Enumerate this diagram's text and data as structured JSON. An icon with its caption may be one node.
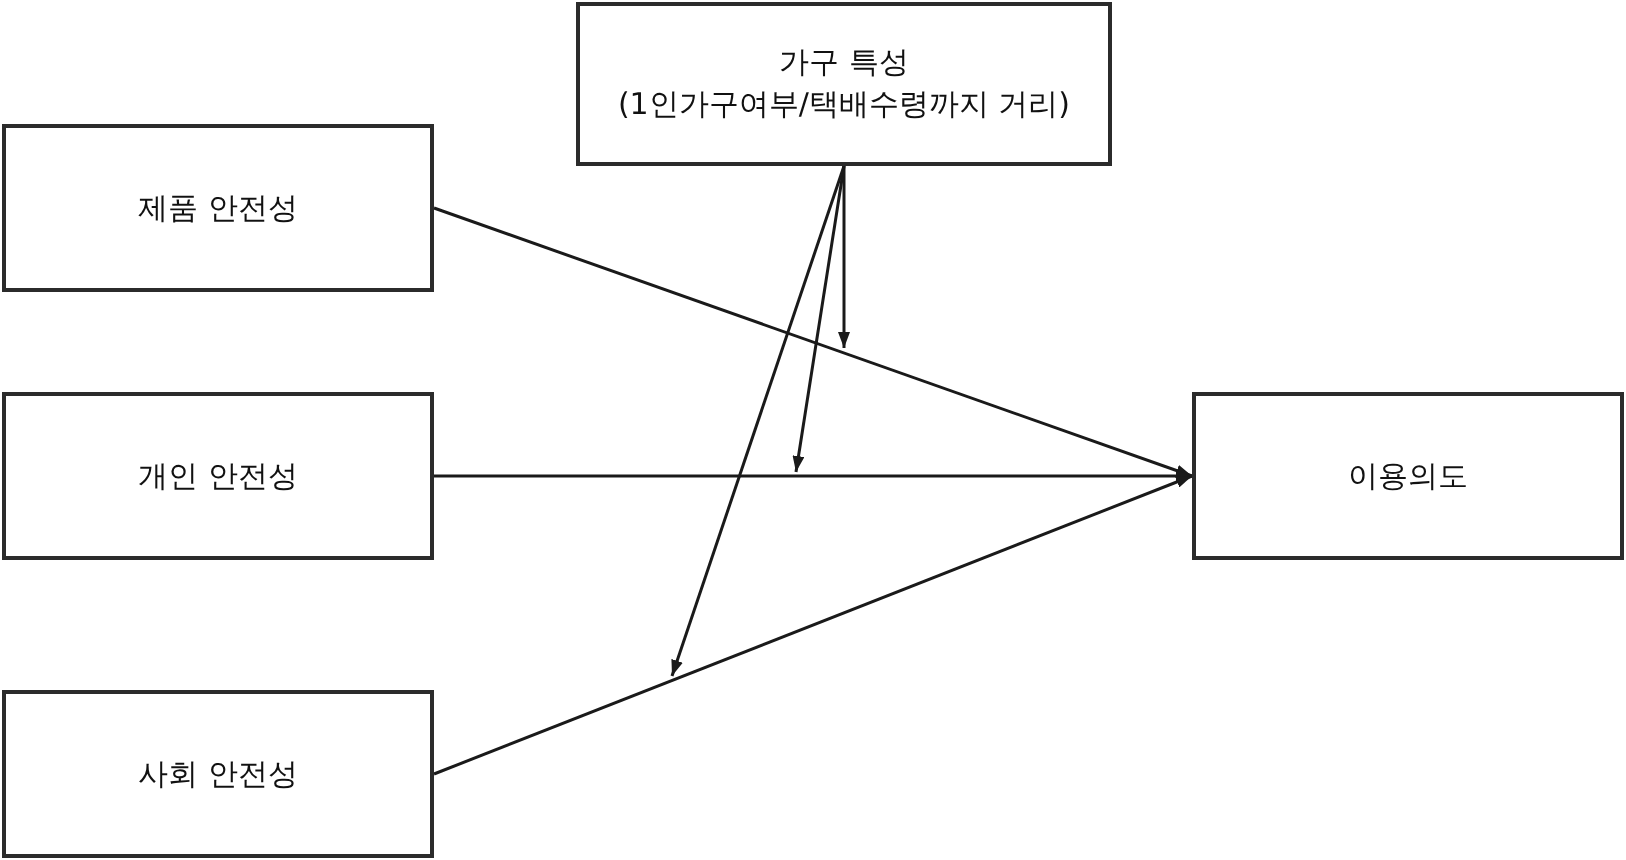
{
  "diagram": {
    "nodes": [
      {
        "text": [
          "가구 특성",
          "(1인가구여부/택배수령까지 거리)"
        ]
      },
      {
        "text": [
          "제품 안전성"
        ]
      },
      {
        "text": [
          "개인 안전성"
        ]
      },
      {
        "text": [
          "사회 안전성"
        ]
      },
      {
        "text": [
          "이용의도"
        ]
      }
    ],
    "edges": [
      {
        "from": 1,
        "to": 4,
        "arrow": "to"
      },
      {
        "from": 2,
        "to": 4,
        "arrow": "to"
      },
      {
        "from": 3,
        "to": 4,
        "arrow": "to"
      },
      {
        "from": 0,
        "to": null,
        "arrow": "to"
      },
      {
        "from": 0,
        "to": null,
        "arrow": "to"
      },
      {
        "from": 0,
        "to": null,
        "arrow": "to"
      }
    ]
  }
}
